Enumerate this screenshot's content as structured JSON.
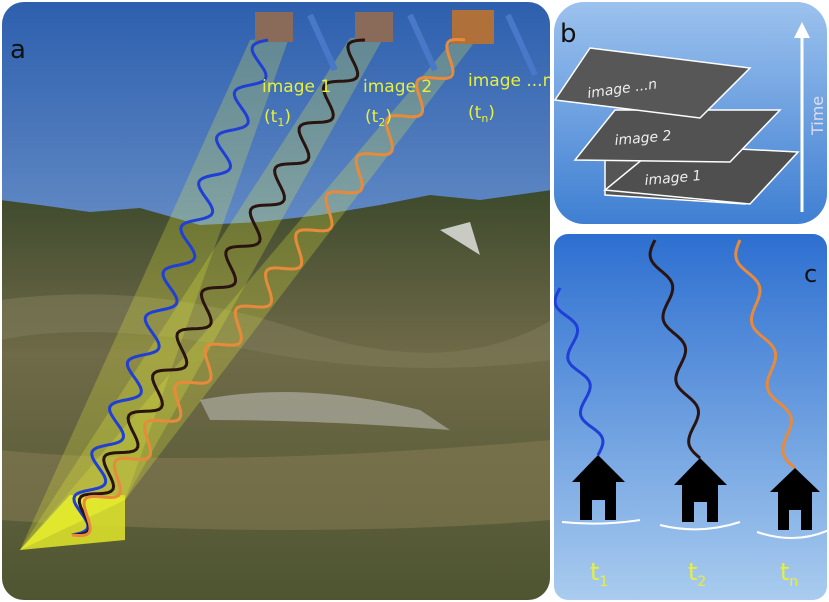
{
  "panel_a": {
    "letter": "a",
    "labels": [
      {
        "name": "image 1",
        "time": "t",
        "sub": "1"
      },
      {
        "name": "image 2",
        "time": "t",
        "sub": "2"
      },
      {
        "name": "image ...n",
        "time": "t",
        "sub": "n"
      }
    ]
  },
  "panel_b": {
    "letter": "b",
    "axis_label": "Time",
    "layers": [
      "image ...n",
      "image 2",
      "image 1"
    ]
  },
  "panel_c": {
    "letter": "c",
    "times": [
      {
        "t": "t",
        "sub": "1"
      },
      {
        "t": "t",
        "sub": "2"
      },
      {
        "t": "t",
        "sub": "n"
      }
    ]
  },
  "colors": {
    "wave1": "#1f3fd6",
    "wave2": "#2a1410",
    "waven": "#e88a3c",
    "label": "#e8ef3a",
    "sky_top": "#2d5fae",
    "sky_bottom": "#a8c6e6"
  }
}
